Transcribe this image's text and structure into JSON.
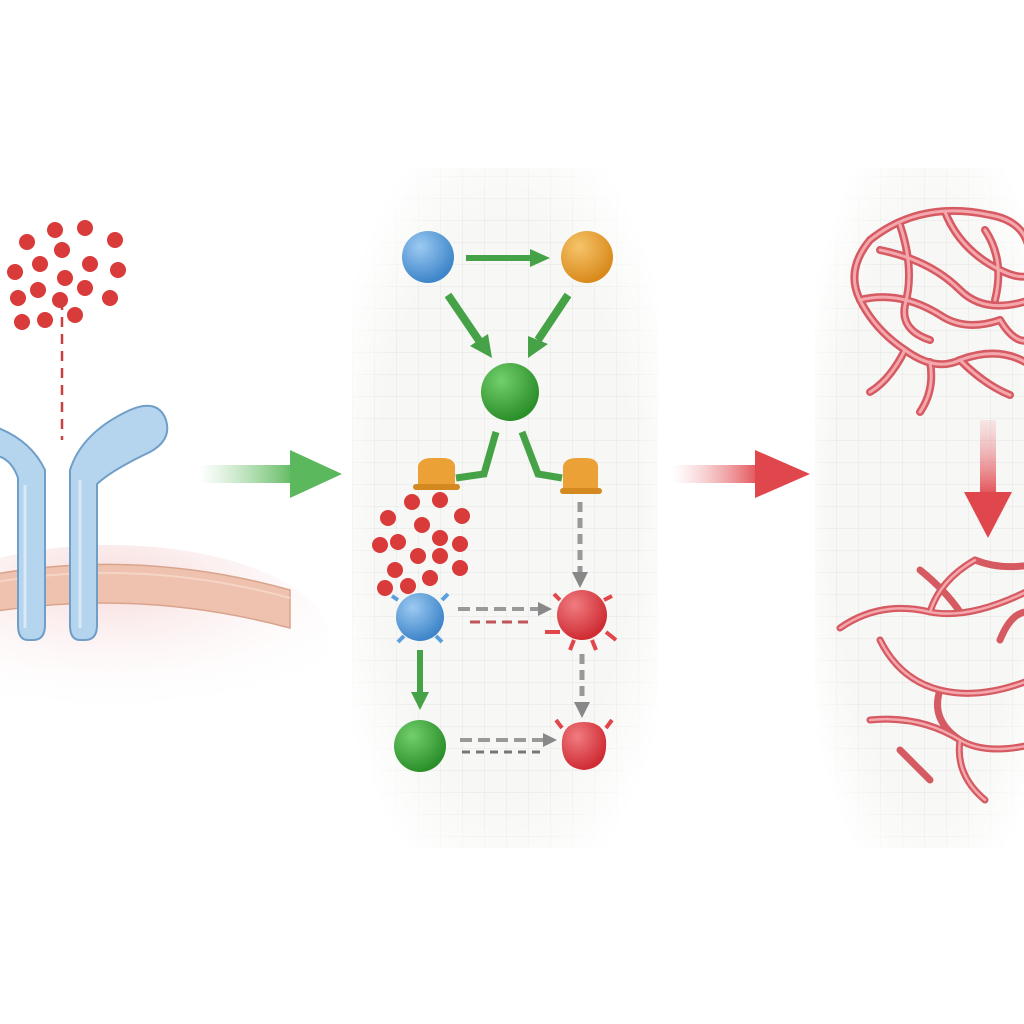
{
  "figure": {
    "panels": [
      {
        "id": "receptor-binding"
      },
      {
        "id": "signaling-network"
      },
      {
        "id": "vascular-remodeling"
      }
    ],
    "transitions": [
      {
        "from": "receptor-binding",
        "to": "signaling-network",
        "color": "#5cb85c"
      },
      {
        "from": "signaling-network",
        "to": "vascular-remodeling",
        "color": "#e0474c"
      }
    ]
  },
  "colors": {
    "ligand": "#d93a3a",
    "receptor": "#a9cdea",
    "receptor_outline": "#6f9ec8",
    "membrane": "#eab9a3",
    "node_blue": "#5b9fdc",
    "node_orange": "#eba135",
    "node_green": "#3faa3c",
    "node_red": "#e2454a",
    "activation_arrow": "#45a246",
    "inhibition_arrow": "#888888",
    "vessel": "#e06a70",
    "grid_line": "#e6e6e6",
    "panel_bg": "#f7f7f5"
  },
  "icons": [
    "ligand-cluster-icon",
    "y-receptor-icon",
    "cell-membrane-icon",
    "blood-vessel-network-icon",
    "pruned-vessel-network-icon"
  ]
}
